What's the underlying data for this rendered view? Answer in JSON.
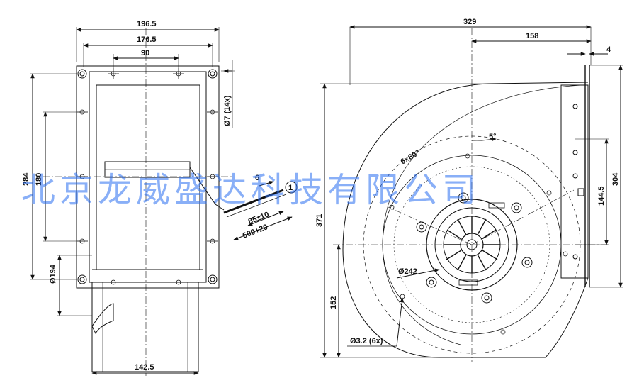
{
  "left_view": {
    "dims": {
      "width_overall": "196.5",
      "width_flange": "176.5",
      "hole_spacing_top": "90",
      "height_overall": "284",
      "hole_spacing_vertical": "180",
      "hole_diameter": "Ø7 (14x)",
      "outlet_diameter": "Ø194",
      "bottom_width": "142.5",
      "cable_tip": "6",
      "cable_strip": "85±10",
      "cable_length": "600+20",
      "callout": "1"
    }
  },
  "right_view": {
    "dims": {
      "width_overall": "329",
      "width_partial": "158",
      "flange_thickness": "4",
      "angle": "5°",
      "pattern": "6x60°",
      "height_overall": "371",
      "flange_height": "304",
      "flange_spacing": "144.5",
      "diameter": "Ø242",
      "center_height": "152",
      "mount_holes": "Ø3.2 (6x)"
    }
  },
  "watermark": "北京龙威盛达科技有限公司",
  "colors": {
    "line": "#111111",
    "watermark": "#3f7ff0"
  }
}
